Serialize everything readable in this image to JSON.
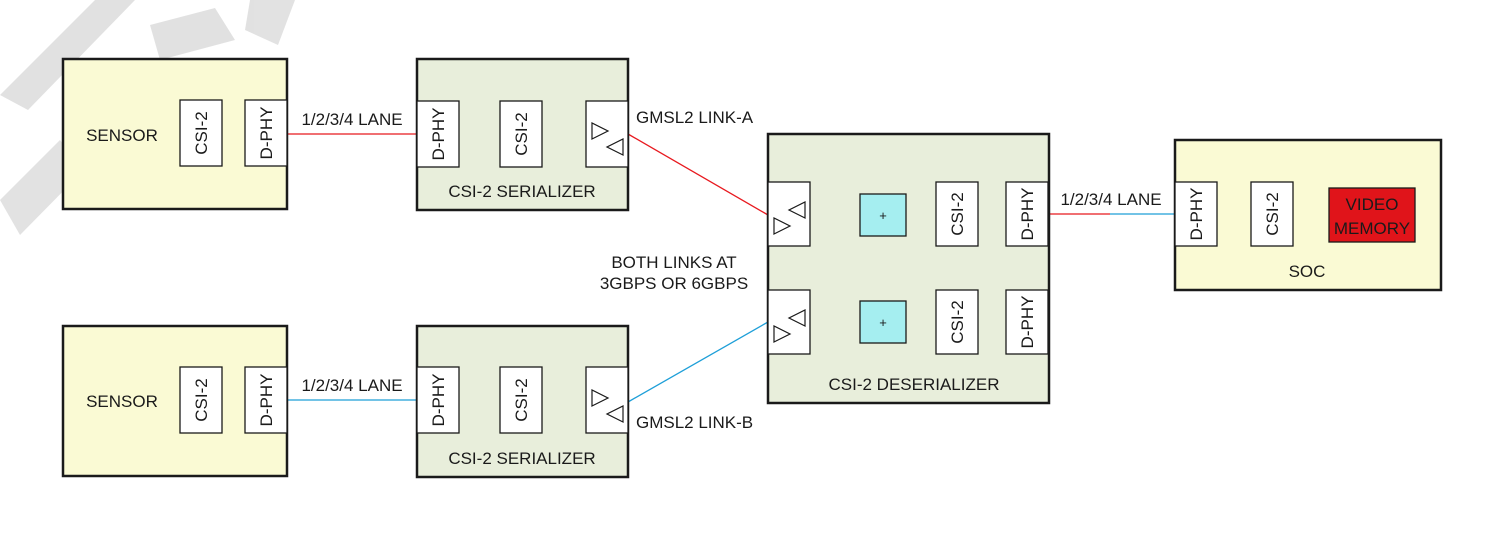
{
  "blocks": {
    "sensor_top": {
      "label": "SENSOR",
      "csi": "CSI-2",
      "phy": "D-PHY"
    },
    "sensor_bottom": {
      "label": "SENSOR",
      "csi": "CSI-2",
      "phy": "D-PHY"
    },
    "serializer_top": {
      "label": "CSI-2 SERIALIZER",
      "phy": "D-PHY",
      "csi": "CSI-2"
    },
    "serializer_bottom": {
      "label": "CSI-2 SERIALIZER",
      "phy": "D-PHY",
      "csi": "CSI-2"
    },
    "deserializer": {
      "label": "CSI-2 DESERIALIZER",
      "csi_top": "CSI-2",
      "phy_top": "D-PHY",
      "csi_bottom": "CSI-2",
      "phy_bottom": "D-PHY",
      "plus_top": "+",
      "plus_bottom": "+"
    },
    "soc": {
      "label": "SOC",
      "phy": "D-PHY",
      "csi": "CSI-2",
      "memory_line1": "VIDEO",
      "memory_line2": "MEMORY"
    }
  },
  "links": {
    "lane_top": "1/2/3/4 LANE",
    "lane_bottom": "1/2/3/4 LANE",
    "lane_soc": "1/2/3/4 LANE",
    "gmsl_a": "GMSL2 LINK-A",
    "gmsl_b": "GMSL2 LINK-B",
    "both_line1": "BOTH LINKS AT",
    "both_line2": "3GBPS OR 6GBPS"
  },
  "colors": {
    "block_fill": "#fafad4",
    "serdes_fill": "#e8eedb",
    "link_red": "#e8191f",
    "link_blue": "#1e9fd8",
    "plus_fill": "#a5eef0",
    "memory_fill": "#e0141a",
    "watermark": "#c9c9c9"
  }
}
